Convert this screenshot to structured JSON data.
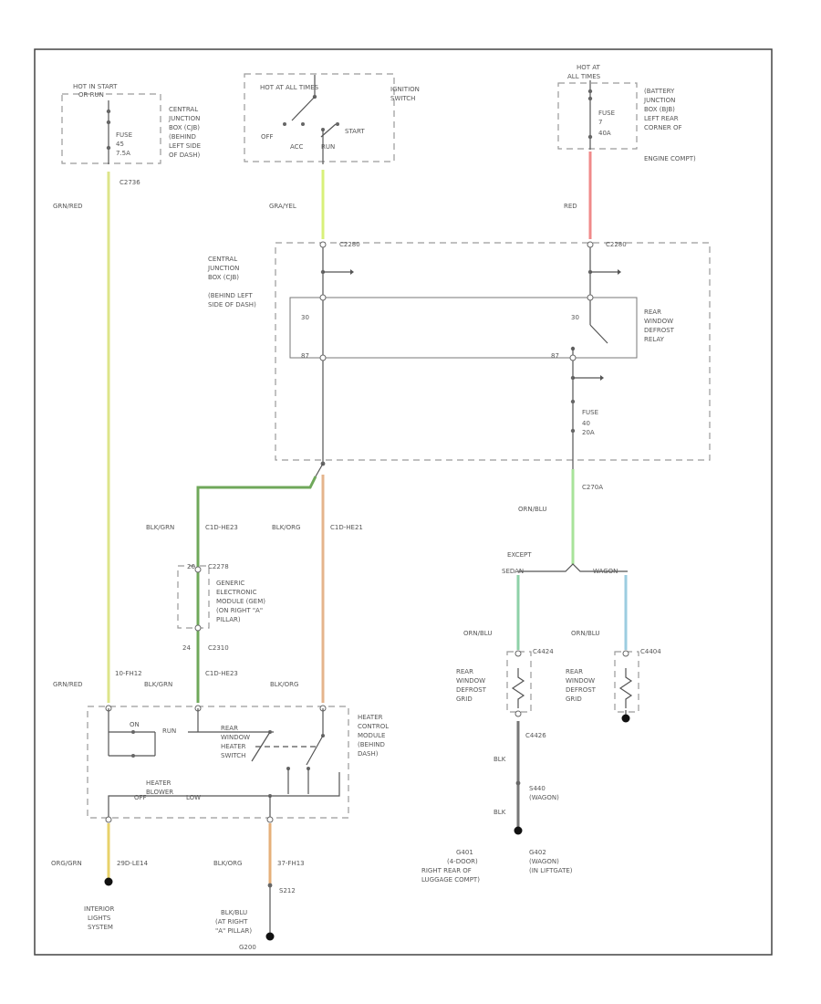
{
  "figure_id": "",
  "colors": {
    "gray_red": "#dde48a",
    "gray_yel": "#d8f07a",
    "red": "#f08a8a",
    "blk_grn": "#6fa85a",
    "blk_org": "#e5b48c",
    "org_blu": "#a8e39a",
    "org_blu_left": "#8ed1a8",
    "org_blu_right": "#9ccde0",
    "org_grn": "#e8d26a",
    "blk_org_out": "#e6b07a",
    "blk": "#777777"
  },
  "boxes": {
    "hot_start": {
      "title": "HOT IN START",
      "title2": "OR RUN",
      "fuse_label": "FUSE",
      "fuse_no": "45",
      "fuse_amp": "7.5A"
    },
    "cjb_left": {
      "lines": [
        "CENTRAL",
        "JUNCTION",
        "BOX (CJB)",
        "(BEHIND",
        "LEFT SIDE",
        "OF DASH)"
      ]
    },
    "ignition": {
      "title": "HOT AT ALL TIMES",
      "off": "OFF",
      "acc": "ACC",
      "run": "RUN",
      "start": "START",
      "lines": [
        "IGNITION",
        "SWITCH"
      ]
    },
    "hot_all": {
      "title": "HOT AT",
      "title2": "ALL TIMES",
      "fuse_label": "FUSE",
      "fuse_no": "7",
      "fuse_amp": "40A"
    },
    "bjb": {
      "lines": [
        "(BATTERY",
        "JUNCTION",
        "BOX (BJB)",
        "LEFT REAR",
        "CORNER OF",
        "ENGINE COMPT)"
      ]
    },
    "cjb_main": {
      "lines": [
        "CENTRAL",
        "JUNCTION",
        "BOX (CJB)",
        "(BEHIND LEFT",
        "SIDE OF DASH)"
      ],
      "connector": "C2280"
    },
    "relay": {
      "lines": [
        "REAR",
        "WINDOW",
        "DEFROST",
        "RELAY"
      ],
      "pin_a": "30",
      "pin_b": "87"
    },
    "fuse40": {
      "label": "FUSE",
      "no": "40",
      "amp": "20A"
    },
    "gem": {
      "lines": [
        "GENERIC",
        "ELECTRONIC",
        "MODULE (GEM)",
        "(ON RIGHT \"A\"",
        "PILLAR)"
      ],
      "conn_top": "C2278",
      "conn_bot": "C2310",
      "pin_top": "26",
      "pin_bot": "24"
    },
    "hcm": {
      "lines": [
        "HEATER",
        "CONTROL",
        "MODULE",
        "(BEHIND",
        "DASH)"
      ],
      "switch_lines": [
        "REAR",
        "WINDOW",
        "HEATER",
        "SWITCH"
      ],
      "blower": "HEATER",
      "blower2": "BLOWER",
      "on": "ON",
      "off": "OFF",
      "run": "RUN",
      "low": "LOW"
    }
  },
  "wires": {
    "left_top": "GRN/RED",
    "left_conn": "C2736",
    "mid_top": "GRA/YEL",
    "right_top": "RED",
    "bg_mid": "BLK/GRN",
    "bg_circuit": "C1D-HE23",
    "bo_mid": "BLK/ORG",
    "bo_circuit": "C1D-HE21",
    "c270a": "C270A",
    "ob_top": "ORN/BLU",
    "except": "EXCEPT",
    "sedan": "SEDAN",
    "wagon": "WAGON",
    "ob_left": "ORN/BLU",
    "ob_right": "ORN/BLU",
    "c4424": "C4424",
    "c4404": "C4404",
    "grid_lines": [
      "REAR",
      "WINDOW",
      "DEFROST",
      "GRID"
    ],
    "c4426": "C4426",
    "blk": "BLK",
    "s440": "S440",
    "s440b": "(WAGON)",
    "bottom_left_wire": "GRN/RED",
    "bottom_left_circuit": "10-FH12",
    "bottom_mid_wire": "BLK/GRN",
    "bottom_mid_circuit": "C1D-HE23",
    "bottom_right_wire": "BLK/ORG",
    "out_left": "ORG/GRN",
    "out_left_circuit": "29D-LE14",
    "out_mid": "BLK/ORG",
    "out_mid_circuit": "37-FH13",
    "s212": "S212",
    "g401_lines": [
      "G401",
      "(4-DOOR)",
      "RIGHT REAR OF",
      "LUGGAGE COMPT)"
    ],
    "g402_lines": [
      "G402",
      "(WAGON)",
      "(IN LIFTGATE)"
    ],
    "interior_lines": [
      "INTERIOR",
      "LIGHTS",
      "SYSTEM"
    ],
    "g200_lines": [
      "BLK/BLU",
      "(AT RIGHT",
      "\"A\" PILLAR)",
      "G200"
    ]
  }
}
